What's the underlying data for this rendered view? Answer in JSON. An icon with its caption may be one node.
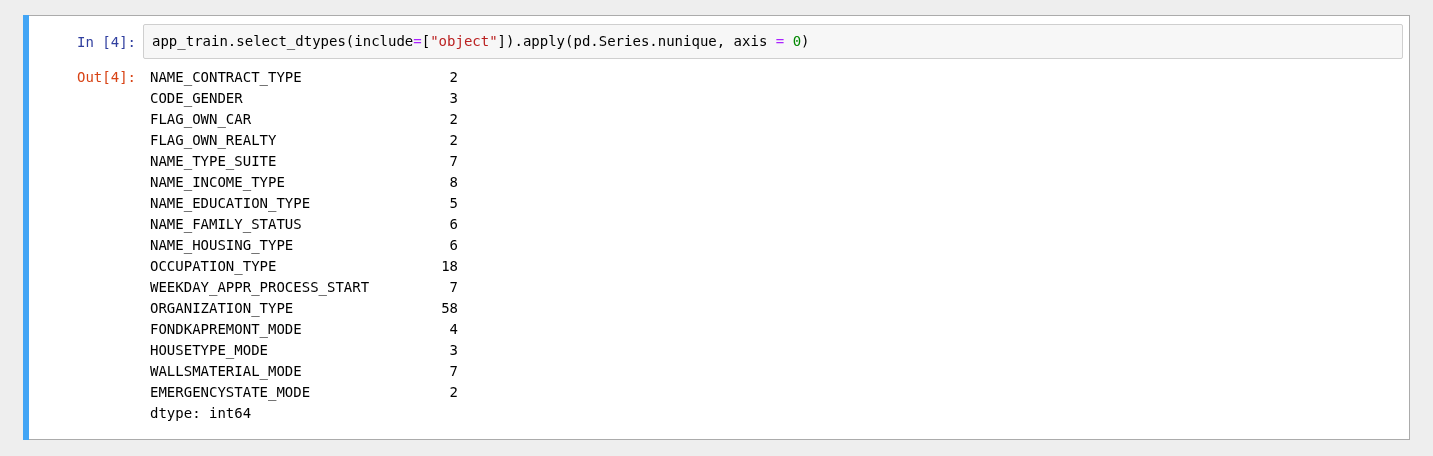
{
  "diagram": {
    "nodes": [
      {
        "text": [
          "app_train.select_dtypes(include=[\"object\"]).apply(pd.Series.nunique, axis = 0)"
        ]
      }
    ],
    "labels": [
      "In [4]:",
      "Out[4]:",
      "NAME_CONTRACT_TYPE",
      "2",
      "CODE_GENDER",
      "3",
      "FLAG_OWN_CAR",
      "2",
      "FLAG_OWN_REALTY",
      "2",
      "NAME_TYPE_SUITE",
      "7",
      "NAME_INCOME_TYPE",
      "8",
      "NAME_EDUCATION_TYPE",
      "5",
      "NAME_FAMILY_STATUS",
      "6",
      "NAME_HOUSING_TYPE",
      "6",
      "OCCUPATION_TYPE",
      "18",
      "WEEKDAY_APPR_PROCESS_START",
      "7",
      "ORGANIZATION_TYPE",
      "58",
      "FONDKAPREMONT_MODE",
      "4",
      "HOUSETYPE_MODE",
      "3",
      "WALLSMATERIAL_MODE",
      "7",
      "EMERGENCYSTATE_MODE",
      "2",
      "dtype: int64"
    ]
  }
}
